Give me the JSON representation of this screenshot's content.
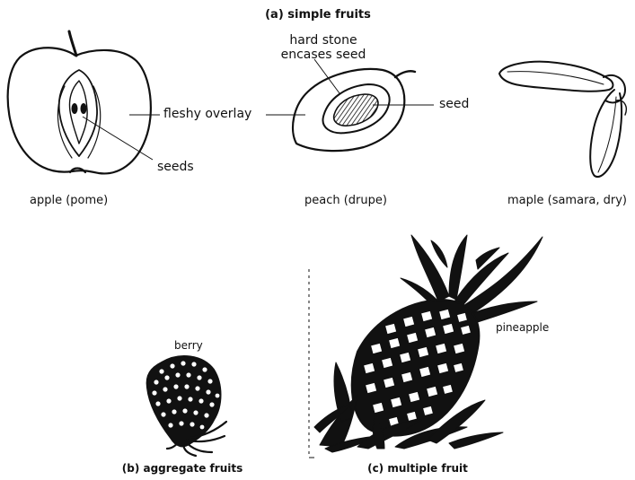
{
  "section_a": {
    "title": "(a) simple fruits",
    "fruits": [
      {
        "name": "apple",
        "caption": "apple (pome)"
      },
      {
        "name": "peach",
        "caption": "peach (drupe)"
      },
      {
        "name": "maple",
        "caption": "maple (samara, dry)"
      }
    ],
    "labels": {
      "fleshy_overlay": "fleshy overlay",
      "seeds": "seeds",
      "hard_stone_line1": "hard stone",
      "hard_stone_line2": "encases seed",
      "seed": "seed"
    }
  },
  "section_b": {
    "title": "(b) aggregate fruits",
    "fruit_label": "berry"
  },
  "section_c": {
    "title": "(c) multiple fruit",
    "fruit_label": "pineapple"
  }
}
